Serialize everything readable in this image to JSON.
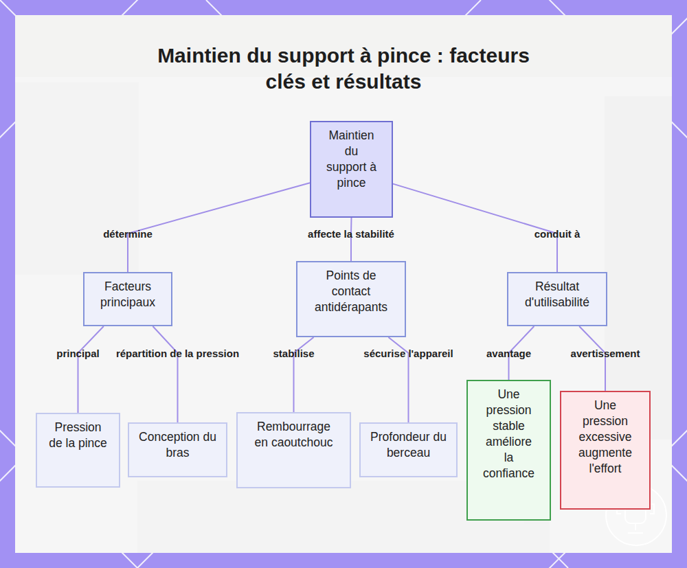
{
  "diagram": {
    "title": "Maintien du support à pince : facteurs clés et résultats",
    "nodes": [
      {
        "text": [
          "Maintien du support à pince"
        ]
      },
      {
        "text": [
          "Facteurs principaux"
        ]
      },
      {
        "text": [
          "Points de contact antidérapants"
        ]
      },
      {
        "text": [
          "Résultat d'utilisabilité"
        ]
      },
      {
        "text": [
          "Pression de la pince"
        ]
      },
      {
        "text": [
          "Conception du bras"
        ]
      },
      {
        "text": [
          "Rembourrage en caoutchouc"
        ]
      },
      {
        "text": [
          "Profondeur du berceau"
        ]
      },
      {
        "text": [
          "Une pression stable améliore la confiance"
        ]
      },
      {
        "text": [
          "Une pression excessive augmente l'effort"
        ]
      }
    ],
    "edges": [
      {
        "from": 0,
        "to": 1,
        "label": "détermine",
        "arrow": "none"
      },
      {
        "from": 0,
        "to": 2,
        "label": "affecte la stabilité",
        "arrow": "none"
      },
      {
        "from": 0,
        "to": 3,
        "label": "conduit à",
        "arrow": "none"
      },
      {
        "from": 1,
        "to": 4,
        "label": "principal",
        "arrow": "none"
      },
      {
        "from": 1,
        "to": 5,
        "label": "répartition de la pression",
        "arrow": "none"
      },
      {
        "from": 2,
        "to": 6,
        "label": "stabilise",
        "arrow": "none"
      },
      {
        "from": 2,
        "to": 7,
        "label": "sécurise l'appareil",
        "arrow": "none"
      },
      {
        "from": 3,
        "to": 8,
        "label": "avantage",
        "arrow": "none"
      },
      {
        "from": 3,
        "to": 9,
        "label": "avertissement",
        "arrow": "none"
      }
    ]
  }
}
